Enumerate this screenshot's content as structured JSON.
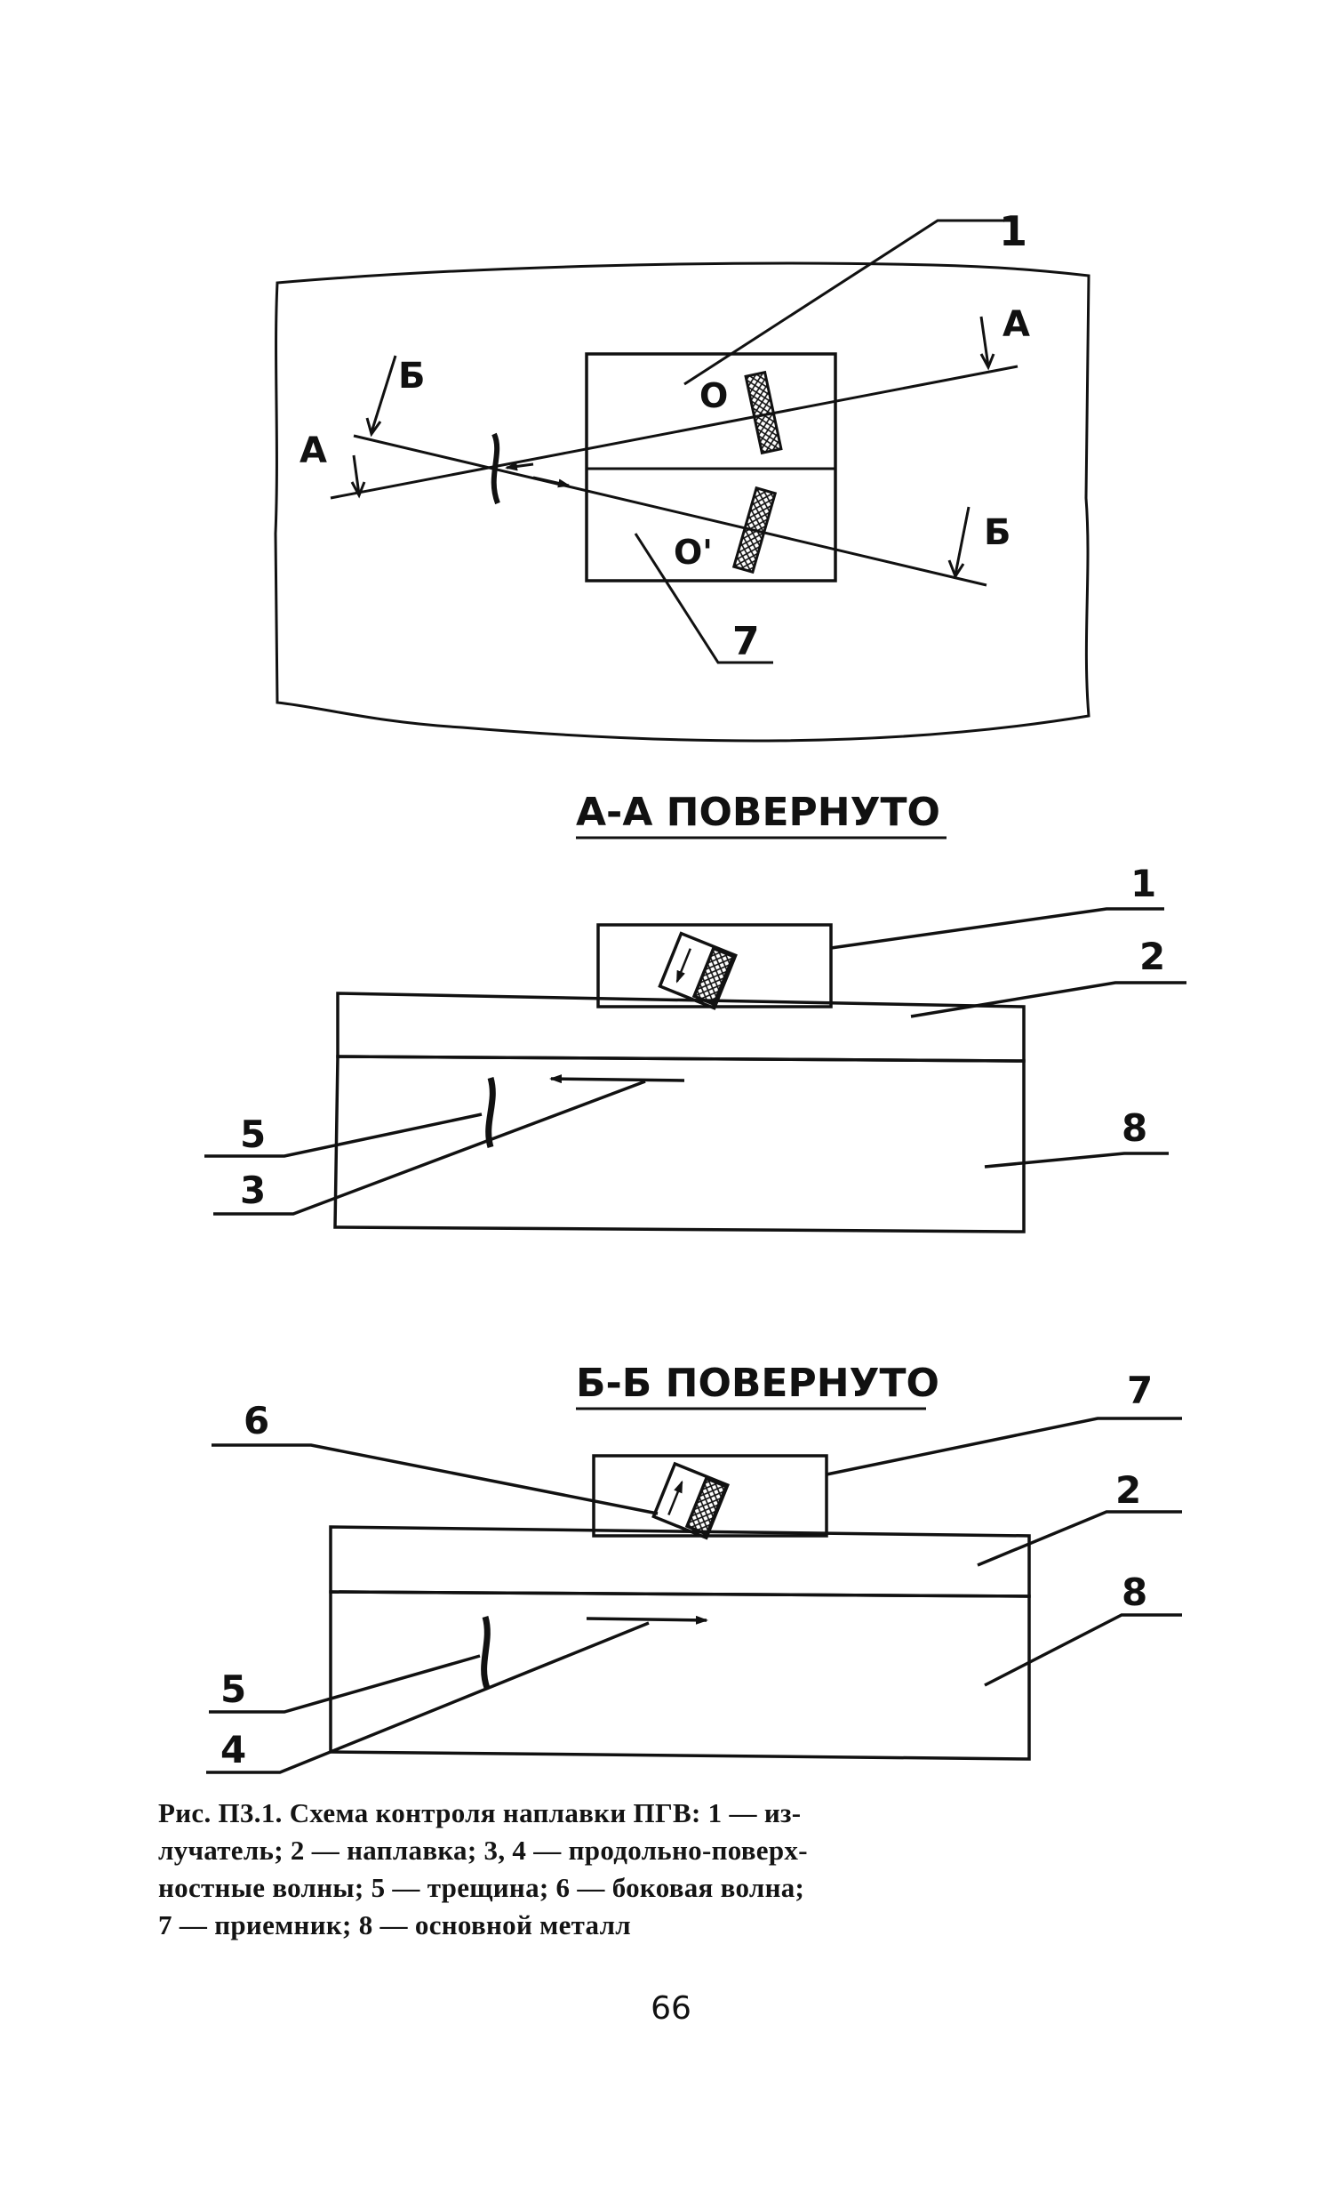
{
  "plan": {
    "part_label_1": "1",
    "part_label_7": "7",
    "section_a_left": "А",
    "section_a_right": "А",
    "section_b_left": "Б",
    "section_b_right": "Б",
    "point_o": "O",
    "point_o_prime": "O'"
  },
  "section_aa": {
    "title": "А-А ПОВЕРНУТО",
    "labels": {
      "l1": "1",
      "l2": "2",
      "l5": "5",
      "l3": "3",
      "l8": "8"
    }
  },
  "section_bb": {
    "title": "Б-Б ПОВЕРНУТО",
    "labels": {
      "l6": "6",
      "l7": "7",
      "l2": "2",
      "l8": "8",
      "l5": "5",
      "l4": "4"
    }
  },
  "caption": {
    "line1": "Рис. П3.1. Схема контроля наплавки ПГВ: 1 — из-",
    "line2": "лучатель; 2 — наплавка; 3, 4 — продольно-поверх-",
    "line3": "ностные волны; 5 — трещина; 6 — боковая волна;",
    "line4": "7 — приемник; 8 — основной металл"
  },
  "page_number": "66"
}
